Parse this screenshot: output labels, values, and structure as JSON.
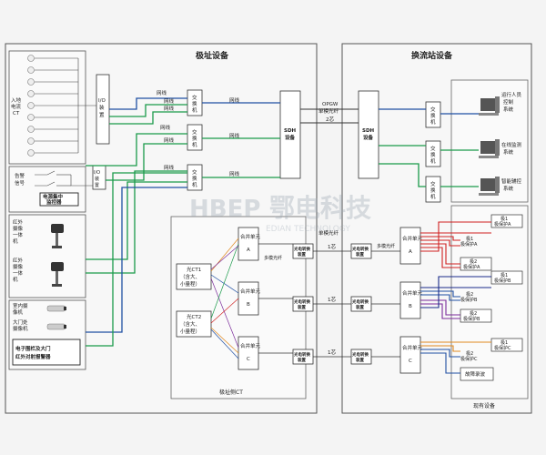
{
  "titles": {
    "left": "极址设备",
    "right": "换流站设备",
    "bottom_right": "现有设备",
    "ct_group": "极址侧CT"
  },
  "left_panel": {
    "ct_label": "入地电流CT",
    "alarm_label": "告警信号",
    "monitor": "电源集中监控器",
    "infrared1": "红外摄像一体机",
    "infrared2": "红外摄像一体机",
    "indoor_cam": "室内摄像机",
    "gate_cam": "大门处摄像机",
    "fence": "电子围栏及大门红外对射报警器"
  },
  "io": {
    "io1": "I/O装置",
    "io2": "I/O装置"
  },
  "net": {
    "wire": "网线",
    "switch": "交换机",
    "sdh": "SDH设备"
  },
  "fiber": {
    "opgw": "OPGW单模光纤",
    "core2": "2芯",
    "core1": "1芯",
    "multi": "多模光纤",
    "single": "单模光纤"
  },
  "ct": {
    "ct1": "光CT1（含大、小量程）",
    "ct2": "光CT2（含大、小量程）"
  },
  "merge": {
    "a": "合并单元A",
    "b": "合并单元B",
    "c": "合并单元C"
  },
  "converter": "光电转换装置",
  "systems": {
    "s1": "运行人员控制系统",
    "s2": "在线监测系统",
    "s3": "智能辅控系统"
  },
  "protect": {
    "a1": "极1极保护A",
    "a2": "极2极保护A",
    "b1": "极1极保护B",
    "b2": "极2极保护B",
    "c1": "极1极保护C",
    "c2": "极2极保护C",
    "fault": "故障录波"
  },
  "watermark": {
    "cn": "鄂电科技",
    "en": "EDIAN TECHNOLOGY"
  },
  "colors": {
    "blue": "#1f4fa3",
    "green": "#1a9a4a",
    "red": "#d02020",
    "purple": "#7a2a9a",
    "orange": "#e08a20",
    "navy": "#1a2a8a"
  }
}
